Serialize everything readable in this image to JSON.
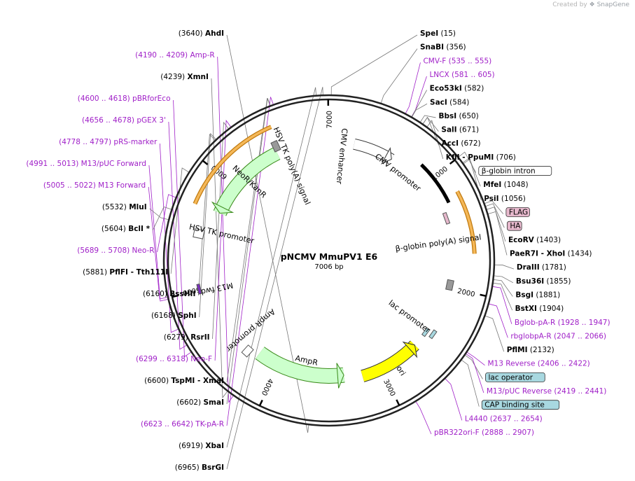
{
  "credit": {
    "prefix": "Created by",
    "brand": "SnapGene"
  },
  "plasmid": {
    "name": "pNCMV MmuPV1 E6",
    "length_label": "7006 bp",
    "length_bp": 7006
  },
  "colors": {
    "enzyme": "#000000",
    "primer": "#a020c8",
    "feature_outline": "#333333",
    "cds_fill": "#f5b858",
    "cds_line": "#c07a10",
    "resistance_fill": "#ccffcc",
    "resistance_line": "#3a8a1a",
    "ori_fill": "#ffff00",
    "promoter_fill": "#ffffff",
    "tag_fill": "#e6b8cc",
    "protein_bind_fill": "#a8d8e0"
  },
  "ticks": [
    {
      "label": "1000",
      "pos": 1000
    },
    {
      "label": "2000",
      "pos": 2000
    },
    {
      "label": "3000",
      "pos": 3000
    },
    {
      "label": "4000",
      "pos": 4000
    },
    {
      "label": "5000",
      "pos": 5000
    },
    {
      "label": "6000",
      "pos": 6000
    },
    {
      "label": "7000",
      "pos": 7000
    }
  ],
  "features": [
    {
      "name": "CMV enhancer",
      "start": 237,
      "end": 616,
      "kind": "promoter"
    },
    {
      "name": "CMV promoter",
      "start": 617,
      "end": 820,
      "kind": "promoter"
    },
    {
      "name": "β-globin intron",
      "start": 950,
      "end": 1300,
      "kind": "intron"
    },
    {
      "name": "FLAG",
      "start": 1355,
      "end": 1378,
      "kind": "tag"
    },
    {
      "name": "HA",
      "start": 1380,
      "end": 1400,
      "kind": "tag"
    },
    {
      "name": "β-globin poly(A) signal",
      "start": 1950,
      "end": 2010,
      "kind": "misc"
    },
    {
      "name": "lac operator",
      "start": 2430,
      "end": 2446,
      "kind": "protein_bind"
    },
    {
      "name": "CAP binding site",
      "start": 2460,
      "end": 2480,
      "kind": "protein_bind"
    },
    {
      "name": "lac promoter",
      "start": 2446,
      "end": 2476,
      "kind": "promoter"
    },
    {
      "name": "ori",
      "start": 2620,
      "end": 3189,
      "kind": "ori"
    },
    {
      "name": "AmpR",
      "start": 3360,
      "end": 4220,
      "kind": "resistance"
    },
    {
      "name": "AmpR promoter",
      "start": 4221,
      "end": 4325,
      "kind": "promoter"
    },
    {
      "name": "M13 fwd",
      "start": 5005,
      "end": 5022,
      "kind": "primer_site"
    },
    {
      "name": "HSV TK promoter",
      "start": 5400,
      "end": 5650,
      "kind": "promoter"
    },
    {
      "name": "NeoR/KanR",
      "start": 5710,
      "end": 6504,
      "kind": "resistance"
    },
    {
      "name": "HSV TK poly(A) signal",
      "start": 6520,
      "end": 6570,
      "kind": "misc"
    }
  ],
  "arcs": [
    {
      "kind": "orange",
      "start": 1200,
      "end": 1700
    },
    {
      "kind": "orange",
      "start": 5700,
      "end": 6550
    },
    {
      "kind": "black",
      "start": 855,
      "end": 1250
    }
  ],
  "labels": [
    {
      "pos": 15,
      "side": "r",
      "name": "SpeI",
      "num": "(15)",
      "kind": "enzyme"
    },
    {
      "pos": 356,
      "side": "r",
      "name": "SnaBI",
      "num": "(356)",
      "kind": "enzyme"
    },
    {
      "pos": 535,
      "side": "r",
      "name": "CMV-F",
      "num": "(535 .. 555)",
      "kind": "primer"
    },
    {
      "pos": 581,
      "side": "r",
      "name": "LNCX",
      "num": "(581 .. 605)",
      "kind": "primer"
    },
    {
      "pos": 582,
      "side": "r",
      "name": "Eco53kI",
      "num": "(582)",
      "kind": "enzyme"
    },
    {
      "pos": 584,
      "side": "r",
      "name": "SacI",
      "num": "(584)",
      "kind": "enzyme"
    },
    {
      "pos": 650,
      "side": "r",
      "name": "BbsI",
      "num": "(650)",
      "kind": "enzyme"
    },
    {
      "pos": 671,
      "side": "r",
      "name": "SalI",
      "num": "(671)",
      "kind": "enzyme"
    },
    {
      "pos": 672,
      "side": "r",
      "name": "AccI",
      "num": "(672)",
      "kind": "enzyme"
    },
    {
      "pos": 706,
      "side": "r",
      "name": "KflI  -  PpuMI",
      "num": "(706)",
      "kind": "enzyme"
    },
    {
      "pos": 1000,
      "side": "r",
      "name": "β-globin intron",
      "num": "",
      "kind": "boxed"
    },
    {
      "pos": 1048,
      "side": "r",
      "name": "MfeI",
      "num": "(1048)",
      "kind": "enzyme"
    },
    {
      "pos": 1056,
      "side": "r",
      "name": "PsiI",
      "num": "(1056)",
      "kind": "enzyme"
    },
    {
      "pos": 1360,
      "side": "r",
      "name": "FLAG",
      "num": "",
      "kind": "tag"
    },
    {
      "pos": 1380,
      "side": "r",
      "name": "HA",
      "num": "",
      "kind": "tag"
    },
    {
      "pos": 1403,
      "side": "r",
      "name": "EcoRV",
      "num": "(1403)",
      "kind": "enzyme"
    },
    {
      "pos": 1434,
      "side": "r",
      "name": "PaeR7I  -  XhoI",
      "num": "(1434)",
      "kind": "enzyme"
    },
    {
      "pos": 1781,
      "side": "r",
      "name": "DraIII",
      "num": "(1781)",
      "kind": "enzyme"
    },
    {
      "pos": 1855,
      "side": "r",
      "name": "Bsu36I",
      "num": "(1855)",
      "kind": "enzyme"
    },
    {
      "pos": 1881,
      "side": "r",
      "name": "BsgI",
      "num": "(1881)",
      "kind": "enzyme"
    },
    {
      "pos": 1904,
      "side": "r",
      "name": "BstXI",
      "num": "(1904)",
      "kind": "enzyme"
    },
    {
      "pos": 1928,
      "side": "r",
      "name": "Bglob-pA-R",
      "num": "(1928 .. 1947)",
      "kind": "primer"
    },
    {
      "pos": 2047,
      "side": "r",
      "name": "rbglobpA-R",
      "num": "(2047 .. 2066)",
      "kind": "primer"
    },
    {
      "pos": 2132,
      "side": "r",
      "name": "PflMI",
      "num": "(2132)",
      "kind": "enzyme"
    },
    {
      "pos": 2406,
      "side": "r",
      "name": "M13 Reverse",
      "num": "(2406 .. 2422)",
      "kind": "primer"
    },
    {
      "pos": 2430,
      "side": "r",
      "name": "lac operator",
      "num": "",
      "kind": "bind"
    },
    {
      "pos": 2419,
      "side": "r",
      "name": "M13/pUC Reverse",
      "num": "(2419 .. 2441)",
      "kind": "primer"
    },
    {
      "pos": 2470,
      "side": "r",
      "name": "CAP binding site",
      "num": "",
      "kind": "bind"
    },
    {
      "pos": 2637,
      "side": "r",
      "name": "L4440",
      "num": "(2637 .. 2654)",
      "kind": "primer"
    },
    {
      "pos": 2888,
      "side": "r",
      "name": "pBR322ori-F",
      "num": "(2888 .. 2907)",
      "kind": "primer"
    },
    {
      "pos": 3640,
      "side": "l",
      "name": "AhdI",
      "num": "(3640)",
      "kind": "enzyme"
    },
    {
      "pos": 4190,
      "side": "l",
      "name": "Amp-R",
      "num": "(4190 .. 4209)",
      "kind": "primer"
    },
    {
      "pos": 4239,
      "side": "l",
      "name": "XmnI",
      "num": "(4239)",
      "kind": "enzyme"
    },
    {
      "pos": 4600,
      "side": "l",
      "name": "pBRforEco",
      "num": "(4600 .. 4618)",
      "kind": "primer"
    },
    {
      "pos": 4656,
      "side": "l",
      "name": "pGEX 3'",
      "num": "(4656 .. 4678)",
      "kind": "primer"
    },
    {
      "pos": 4778,
      "side": "l",
      "name": "pRS-marker",
      "num": "(4778 .. 4797)",
      "kind": "primer"
    },
    {
      "pos": 4991,
      "side": "l",
      "name": "M13/pUC Forward",
      "num": "(4991 .. 5013)",
      "kind": "primer"
    },
    {
      "pos": 5005,
      "side": "l",
      "name": "M13 Forward",
      "num": "(5005 .. 5022)",
      "kind": "primer"
    },
    {
      "pos": 5532,
      "side": "l",
      "name": "MluI",
      "num": "(5532)",
      "kind": "enzyme"
    },
    {
      "pos": 5604,
      "side": "l",
      "name": "BclI *",
      "num": "(5604)",
      "kind": "enzyme"
    },
    {
      "pos": 5689,
      "side": "l",
      "name": "Neo-R",
      "num": "(5689 .. 5708)",
      "kind": "primer"
    },
    {
      "pos": 5881,
      "side": "l",
      "name": "PflFI  -  Tth111I",
      "num": "(5881)",
      "kind": "enzyme"
    },
    {
      "pos": 6160,
      "side": "l",
      "name": "BssHII",
      "num": "(6160)",
      "kind": "enzyme"
    },
    {
      "pos": 6168,
      "side": "l",
      "name": "SphI",
      "num": "(6168)",
      "kind": "enzyme"
    },
    {
      "pos": 6279,
      "side": "l",
      "name": "RsrII",
      "num": "(6279)",
      "kind": "enzyme"
    },
    {
      "pos": 6299,
      "side": "l",
      "name": "Neo-F",
      "num": "(6299 .. 6318)",
      "kind": "primer"
    },
    {
      "pos": 6600,
      "side": "l",
      "name": "TspMI  -  XmaI",
      "num": "(6600)",
      "kind": "enzyme"
    },
    {
      "pos": 6602,
      "side": "l",
      "name": "SmaI",
      "num": "(6602)",
      "kind": "enzyme"
    },
    {
      "pos": 6623,
      "side": "l",
      "name": "TK-pA-R",
      "num": "(6623 .. 6642)",
      "kind": "primer"
    },
    {
      "pos": 6919,
      "side": "l",
      "name": "XbaI",
      "num": "(6919)",
      "kind": "enzyme"
    },
    {
      "pos": 6965,
      "side": "l",
      "name": "BsrGI",
      "num": "(6965)",
      "kind": "enzyme"
    }
  ]
}
